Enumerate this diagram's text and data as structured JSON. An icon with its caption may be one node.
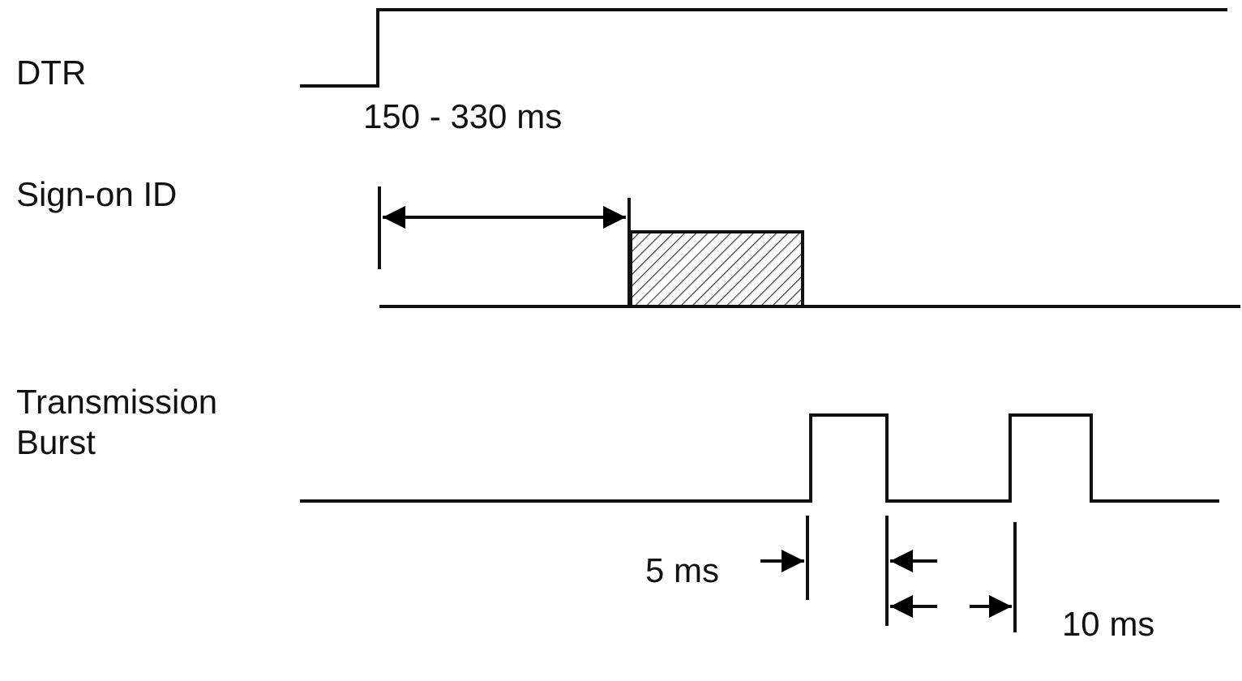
{
  "diagram": {
    "labels": [
      "DTR",
      "150 - 330 ms",
      "Sign-on ID",
      "Transmission Burst",
      "5 ms",
      "10 ms"
    ]
  }
}
